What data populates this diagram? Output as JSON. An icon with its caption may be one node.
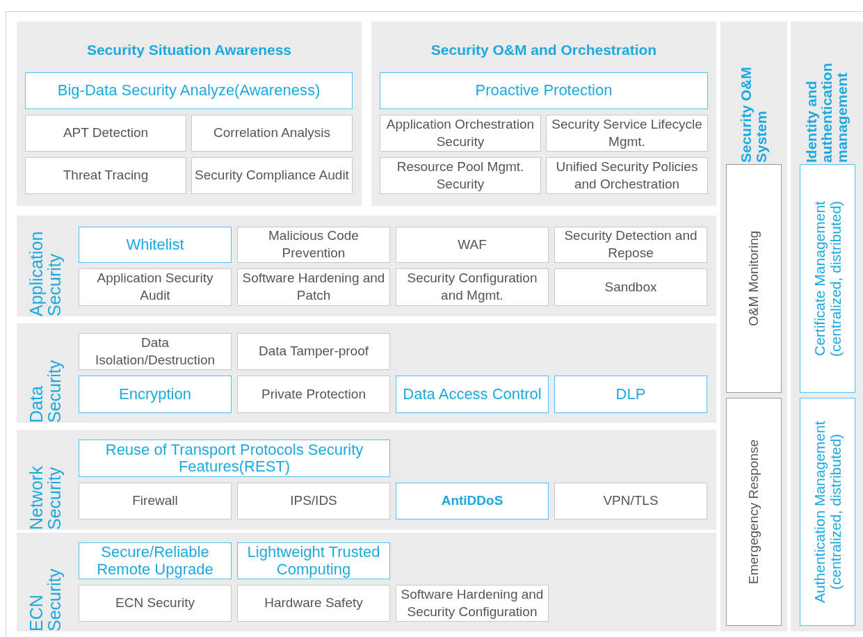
{
  "diagram": {
    "nodes": [
      {
        "text": [
          "Security Situation Awareness"
        ]
      },
      {
        "text": [
          "Big-Data Security Analyze(Awareness)"
        ],
        "in": 0
      },
      {
        "text": [
          "APT Detection"
        ],
        "in": 0
      },
      {
        "text": [
          "Correlation Analysis"
        ],
        "in": 0
      },
      {
        "text": [
          "Threat Tracing"
        ],
        "in": 0
      },
      {
        "text": [
          "Security Compliance Audit"
        ],
        "in": 0
      },
      {
        "text": [
          "Security O&M and Orchestration"
        ]
      },
      {
        "text": [
          "Proactive Protection"
        ],
        "in": 6
      },
      {
        "text": [
          "Application Orchestration Security"
        ],
        "in": 6
      },
      {
        "text": [
          "Security Service Lifecycle Mgmt."
        ],
        "in": 6
      },
      {
        "text": [
          "Resource Pool Mgmt. Security"
        ],
        "in": 6
      },
      {
        "text": [
          "Unified Security Policies and Orchestration"
        ],
        "in": 6
      },
      {
        "text": [
          "Application Security"
        ]
      },
      {
        "text": [
          "Whitelist"
        ],
        "in": 12
      },
      {
        "text": [
          "Malicious Code Prevention"
        ],
        "in": 12
      },
      {
        "text": [
          "WAF"
        ],
        "in": 12
      },
      {
        "text": [
          "Security Detection and Repose"
        ],
        "in": 12
      },
      {
        "text": [
          "Application Security Audit"
        ],
        "in": 12
      },
      {
        "text": [
          "Software Hardening and Patch"
        ],
        "in": 12
      },
      {
        "text": [
          "Security Configuration and Mgmt."
        ],
        "in": 12
      },
      {
        "text": [
          "Sandbox"
        ],
        "in": 12
      },
      {
        "text": [
          "Data Security"
        ]
      },
      {
        "text": [
          "Data Isolation/Destruction"
        ],
        "in": 21
      },
      {
        "text": [
          "Data Tamper-proof"
        ],
        "in": 21
      },
      {
        "text": [
          "Encryption"
        ],
        "in": 21
      },
      {
        "text": [
          "Private Protection"
        ],
        "in": 21
      },
      {
        "text": [
          "Data Access Control"
        ],
        "in": 21
      },
      {
        "text": [
          "DLP"
        ],
        "in": 21
      },
      {
        "text": [
          "Network Security"
        ]
      },
      {
        "text": [
          "Reuse of Transport Protocols Security Features(REST)"
        ],
        "in": 28
      },
      {
        "text": [
          "Firewall"
        ],
        "in": 28
      },
      {
        "text": [
          "IPS/IDS"
        ],
        "in": 28
      },
      {
        "text": [
          "AntiDDoS"
        ],
        "in": 28
      },
      {
        "text": [
          "VPN/TLS"
        ],
        "in": 28
      },
      {
        "text": [
          "ECN Security"
        ]
      },
      {
        "text": [
          "Secure/Reliable Remote Upgrade"
        ],
        "in": 34
      },
      {
        "text": [
          "Lightweight Trusted Computing"
        ],
        "in": 34
      },
      {
        "text": [
          "ECN Security"
        ],
        "in": 34
      },
      {
        "text": [
          "Hardware Safety"
        ],
        "in": 34
      },
      {
        "text": [
          "Software Hardening and Security Configuration"
        ],
        "in": 34
      },
      {
        "text": [
          "Security O&M System"
        ]
      },
      {
        "text": [
          "O&M Monitoring"
        ],
        "in": 40
      },
      {
        "text": [
          "Emergegency Response"
        ],
        "in": 40
      },
      {
        "text": [
          "Identity and authentication management"
        ]
      },
      {
        "text": [
          "Certificate Management (centralized, distributed)"
        ],
        "in": 43
      },
      {
        "text": [
          "Authentication Management (centralized, distributed)"
        ],
        "in": 43
      }
    ]
  }
}
